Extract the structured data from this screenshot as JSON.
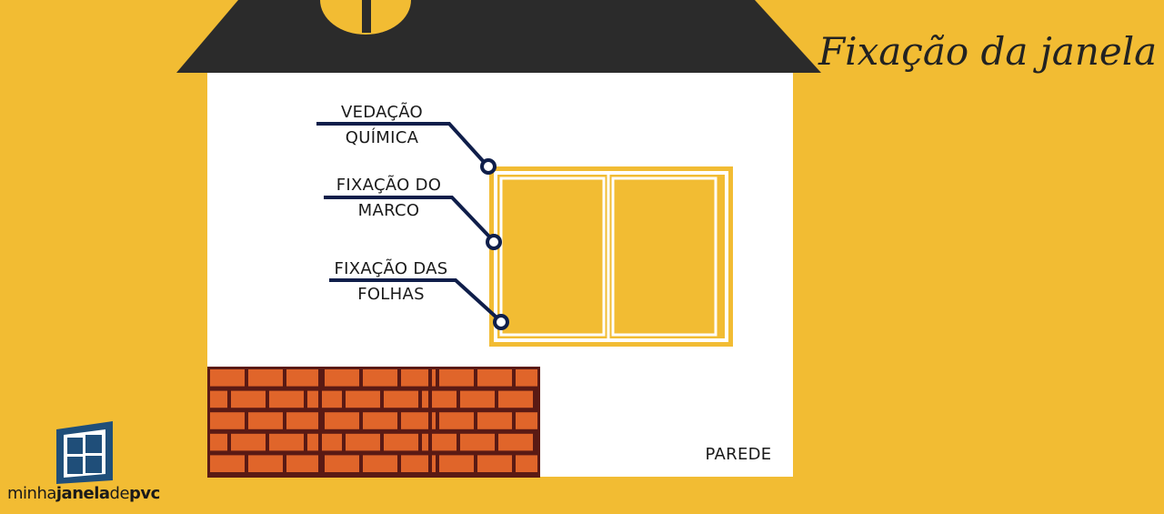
{
  "title": "Fixação da janela",
  "labels": {
    "vedacao_line1": "VEDAÇÃO",
    "vedacao_line2": "QUÍMICA",
    "marco_line1": "FIXAÇÃO DO",
    "marco_line2": "MARCO",
    "folhas_line1": "FIXAÇÃO DAS",
    "folhas_line2": "FOLHAS",
    "parede": "PAREDE"
  },
  "logo": {
    "part1": "minha",
    "part2": "janela",
    "part3": "de",
    "part4": "pvc"
  },
  "colors": {
    "background": "#F2BC33",
    "roof": "#2B2B2B",
    "wall": "#FFFFFF",
    "window": "#F2BC33",
    "brick": "#E0652A",
    "mortar": "#5A1A14",
    "callout_line": "#0F1E4A"
  }
}
